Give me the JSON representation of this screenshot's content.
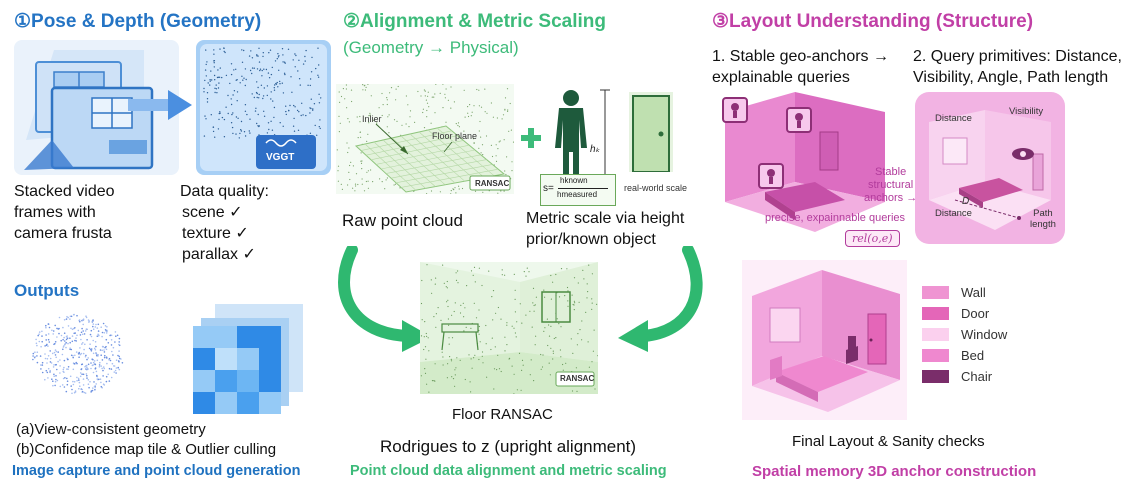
{
  "section1": {
    "title": "①Pose & Depth (Geometry)",
    "left_caption": [
      "Stacked video",
      "frames with",
      "camera frusta"
    ],
    "quality_title": "Data quality:",
    "quality_items": [
      "scene ✓",
      "texture ✓",
      "parallax ✓"
    ],
    "badge": "VGGT",
    "outputs_title": "Outputs",
    "output_lines": [
      "(a)View-consistent geometry",
      "(b)Confidence map tile & Outlier culling"
    ],
    "bottom_caption": "Image capture and point cloud generation"
  },
  "section2": {
    "title": "②Alignment & Metric Scaling",
    "subtitle": "(Geometry → Physical)",
    "inlier_label": "Inlier",
    "floor_plane_label": "Floor plane",
    "ransac_badge": "RANSAC",
    "raw_caption": "Raw point cloud",
    "height_symbol": "hₖ",
    "formula_s": "s=",
    "formula_num": "hknown",
    "formula_den": "hmeasured",
    "real_world_scale": "real-world scale",
    "metric_caption": [
      "Metric scale via height",
      "prior/known object"
    ],
    "ransac_badge2": "RANSAC",
    "floor_caption": "Floor RANSAC",
    "rodrigues": "Rodrigues to z (upright alignment)",
    "bottom_caption": "Point cloud data alignment and metric scaling"
  },
  "section3": {
    "title": "③Layout Understanding (Structure)",
    "item1": [
      "1. Stable geo-anchors →",
      "explainable queries"
    ],
    "item2": [
      "2. Query primitives: Distance,",
      "Visibility, Angle, Path length"
    ],
    "stable_text": [
      "Stable",
      "structural",
      "anchors →"
    ],
    "precise_text": "precise, expainnable queries",
    "rel_text": "rel(o,e)",
    "q_distance1": "Distance",
    "q_visibility": "Visibility",
    "q_d": "D",
    "q_distance2": "Distance",
    "q_path": [
      "Path",
      "length"
    ],
    "legend": [
      {
        "label": "Wall",
        "color": "#ef94d2"
      },
      {
        "label": "Door",
        "color": "#e466b8"
      },
      {
        "label": "Window",
        "color": "#fbd0ee"
      },
      {
        "label": "Bed",
        "color": "#ef88cf"
      },
      {
        "label": "Chair",
        "color": "#7a2d6a"
      }
    ],
    "final_caption": "Final Layout & Sanity checks",
    "bottom_caption": "Spatial memory 3D anchor construction"
  }
}
